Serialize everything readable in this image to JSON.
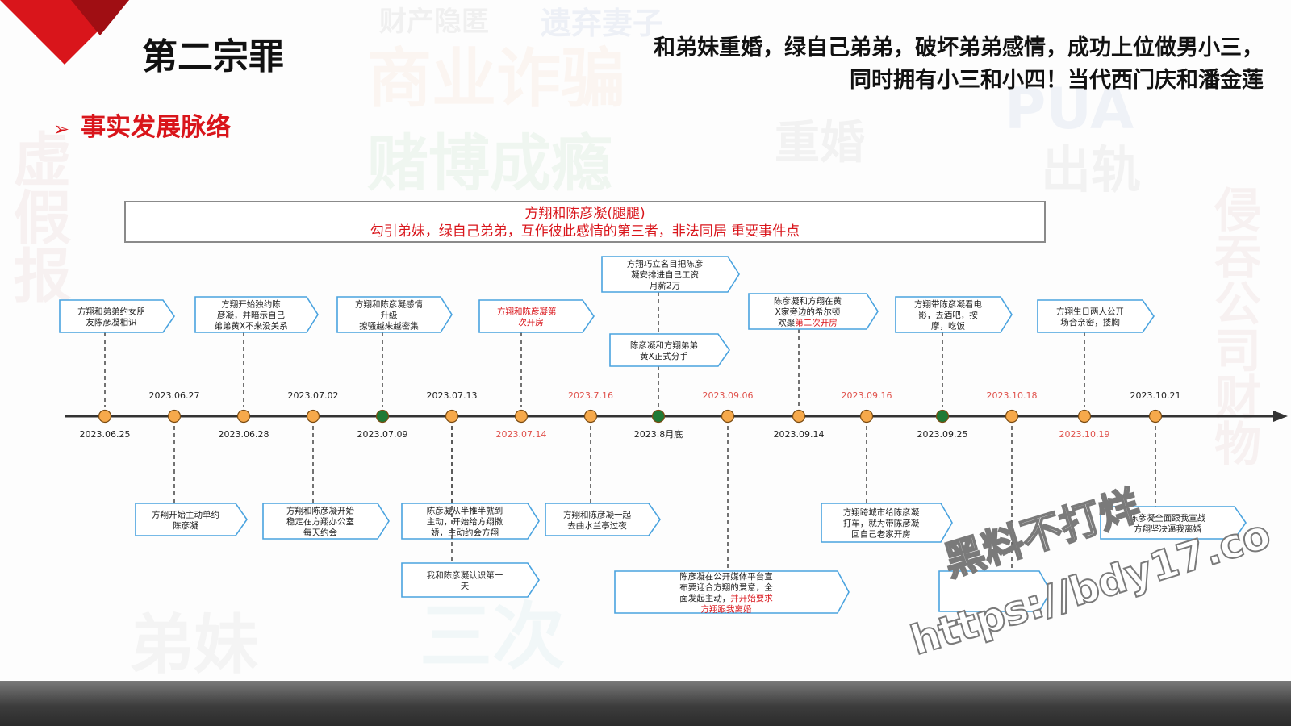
{
  "slide": {
    "title": "第二宗罪",
    "subtitle": "和弟妹重婚，绿自己弟弟，破坏弟弟感情，成功上位做男小三，同时拥有小三和小四！当代西门庆和潘金莲",
    "section_header": "事实发展脉络",
    "section_bullet": "➢"
  },
  "infobox": {
    "line1": "方翔和陈彦凝(腿腿)",
    "line2": "勾引弟妹，绿自己弟弟，互作彼此感情的第三者，非法同居 重要事件点"
  },
  "background_words": [
    "商业诈骗",
    "赌博成瘾",
    "重婚",
    "出轨",
    "PUA",
    "遗弃妻子",
    "弟妹",
    "侵吞公司财物",
    "虚假报",
    "三次",
    "财产隐匿"
  ],
  "colors": {
    "accent_red": "#d9151b",
    "dot_orange": "#f6a94b",
    "dot_green": "#1f7a35",
    "box_border": "#4aa3df",
    "axis": "#333333",
    "date_red": "#e0524c"
  },
  "timeline": {
    "events": [
      {
        "date": "2023.06.25",
        "date_color": "normal",
        "dot": "orange"
      },
      {
        "date": "2023.06.27",
        "date_color": "normal",
        "dot": "orange"
      },
      {
        "date": "2023.06.28",
        "date_color": "normal",
        "dot": "orange"
      },
      {
        "date": "2023.07.02",
        "date_color": "normal",
        "dot": "orange"
      },
      {
        "date": "2023.07.09",
        "date_color": "normal",
        "dot": "green"
      },
      {
        "date": "2023.07.13",
        "date_color": "normal",
        "dot": "orange"
      },
      {
        "date": "2023.07.14",
        "date_color": "red",
        "dot": "orange"
      },
      {
        "date": "2023.7.16",
        "date_color": "red",
        "dot": "orange"
      },
      {
        "date": "2023.8月底",
        "date_color": "normal",
        "dot": "green"
      },
      {
        "date": "2023.09.06",
        "date_color": "red",
        "dot": "orange"
      },
      {
        "date": "2023.09.14",
        "date_color": "normal",
        "dot": "orange"
      },
      {
        "date": "2023.09.16",
        "date_color": "red",
        "dot": "orange"
      },
      {
        "date": "2023.09.25",
        "date_color": "normal",
        "dot": "green"
      },
      {
        "date": "2023.10.18",
        "date_color": "red",
        "dot": "orange"
      },
      {
        "date": "2023.10.19",
        "date_color": "red",
        "dot": "orange"
      },
      {
        "date": "2023.10.21",
        "date_color": "normal",
        "dot": "orange"
      }
    ],
    "boxes": [
      {
        "event": 0,
        "lines": [
          {
            "t": "方翔和弟弟约女朋"
          },
          {
            "t": "友陈彦凝相识"
          }
        ]
      },
      {
        "event": 2,
        "lines": [
          {
            "t": "方翔开始独约陈"
          },
          {
            "t": "彦凝，并暗示自己"
          },
          {
            "t": "弟弟黄X不来没关系"
          }
        ]
      },
      {
        "event": 4,
        "lines": [
          {
            "t": "方翔和陈彦凝感情"
          },
          {
            "t": "升级"
          },
          {
            "t": "撩骚越来越密集"
          }
        ]
      },
      {
        "event": 6,
        "lines": [
          {
            "t": "方翔和陈彦凝第一",
            "red": true
          },
          {
            "t": "次开房",
            "red": true
          }
        ]
      },
      {
        "event": 8,
        "lines": [
          {
            "t": "方翔巧立名目把陈彦"
          },
          {
            "t": "凝安排进自己工资"
          },
          {
            "t": "月薪2万"
          }
        ]
      },
      {
        "event": 8,
        "lines": [
          {
            "t": "陈彦凝和方翔弟弟"
          },
          {
            "t": "黄X正式分手"
          }
        ]
      },
      {
        "event": 10,
        "lines": [
          {
            "t": "陈彦凝和方翔在黄"
          },
          {
            "t": "X家旁边的希尔顿"
          },
          {
            "t": "欢聚",
            "tail": "第二次开房"
          }
        ]
      },
      {
        "event": 12,
        "lines": [
          {
            "t": "方翔带陈彦凝看电"
          },
          {
            "t": "影，去酒吧，按"
          },
          {
            "t": "摩，吃饭"
          }
        ]
      },
      {
        "event": 14,
        "lines": [
          {
            "t": "方翔生日两人公开"
          },
          {
            "t": "场合亲密，搂胸"
          }
        ]
      },
      {
        "event": 1,
        "lines": [
          {
            "t": "方翔开始主动单约"
          },
          {
            "t": "陈彦凝"
          }
        ]
      },
      {
        "event": 3,
        "lines": [
          {
            "t": "方翔和陈彦凝开始"
          },
          {
            "t": "稳定在方翔办公室"
          },
          {
            "t": "每天约会"
          }
        ]
      },
      {
        "event": 5,
        "lines": [
          {
            "t": "陈彦凝从半推半就到"
          },
          {
            "t": "主动，开始给方翔撒"
          },
          {
            "t": "娇，主动约会方翔"
          }
        ]
      },
      {
        "event": 5,
        "lines": [
          {
            "t": "我和陈彦凝认识第一"
          },
          {
            "t": "天"
          }
        ]
      },
      {
        "event": 7,
        "lines": [
          {
            "t": "方翔和陈彦凝一起"
          },
          {
            "t": "去曲水兰亭过夜"
          }
        ]
      },
      {
        "event": 9,
        "lines": [
          {
            "t": "陈彦凝在公开媒体平台宣"
          },
          {
            "t": "布要迎合方翔的爱意，全"
          },
          {
            "t": "面发起主动，",
            "tail": "并开始要求"
          },
          {
            "t": "方翔跟我离婚",
            "red": true
          }
        ]
      },
      {
        "event": 11,
        "lines": [
          {
            "t": "方翔跨城市给陈彦凝"
          },
          {
            "t": "打车，就为带陈彦凝"
          },
          {
            "t": "回自己老家开房"
          }
        ]
      },
      {
        "event": 13,
        "lines": [
          {
            "t": ""
          },
          {
            "t": ""
          }
        ]
      },
      {
        "event": 15,
        "lines": [
          {
            "t": "陈彦凝全面跟我宣战"
          },
          {
            "t": "方翔坚决逼我离婚"
          }
        ]
      }
    ]
  },
  "watermark": {
    "line1": "黑料不打烊",
    "line2": "https://bdy17.co"
  }
}
